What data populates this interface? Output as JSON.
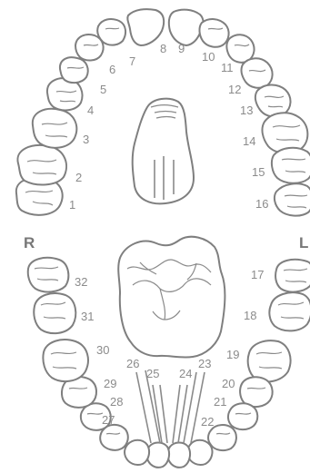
{
  "chart": {
    "side_labels": {
      "right": "R",
      "left": "L"
    },
    "upper_teeth": [
      "1",
      "2",
      "3",
      "4",
      "5",
      "6",
      "7",
      "8",
      "9",
      "10",
      "11",
      "12",
      "13",
      "14",
      "15",
      "16"
    ],
    "lower_teeth": [
      "17",
      "18",
      "19",
      "20",
      "21",
      "22",
      "23",
      "24",
      "25",
      "26",
      "27",
      "28",
      "29",
      "30",
      "31",
      "32"
    ],
    "colors": {
      "outline": "#7f7f7f",
      "number": "#8b8b8b",
      "side_label": "#777777"
    }
  }
}
